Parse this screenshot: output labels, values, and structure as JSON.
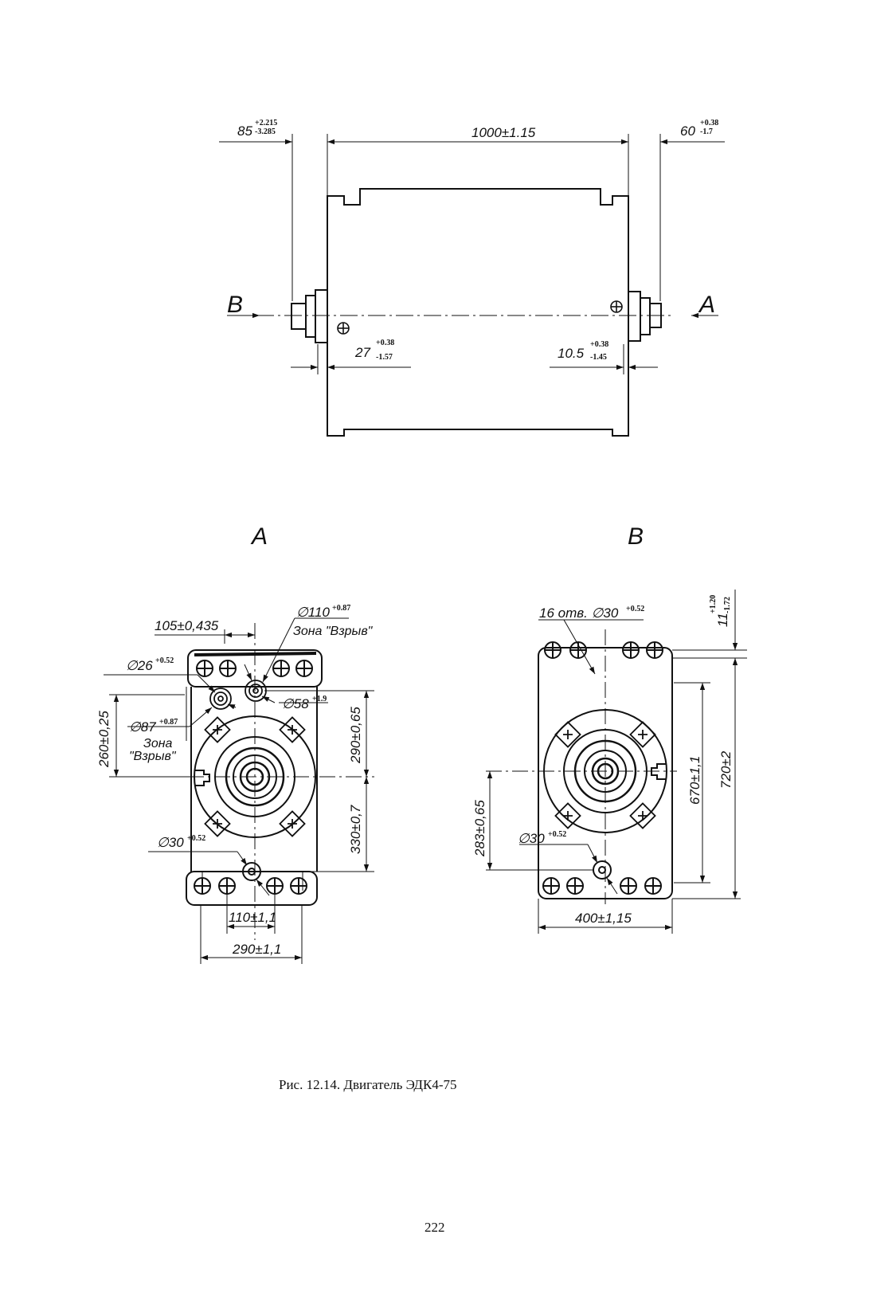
{
  "side_view": {
    "dim_left": {
      "value": "85",
      "tol_plus": "+2.215",
      "tol_minus": "-3.285"
    },
    "dim_length": "1000±1.15",
    "dim_right": {
      "value": "60",
      "tol_plus": "+0.38",
      "tol_minus": "-1.7"
    },
    "view_marker_left": "B",
    "view_marker_right": "A",
    "dim_offset_left": {
      "value": "27",
      "tol_plus": "+0.38",
      "tol_minus": "-1.57"
    },
    "dim_offset_right": {
      "value": "10.5",
      "tol_plus": "+0.38",
      "tol_minus": "-1.45"
    }
  },
  "view_a": {
    "title": "A",
    "dim_top_offset": "105±0,435",
    "dia_110": {
      "value": "∅110",
      "tol": "+0.87"
    },
    "zone_1": "Зона \"Взрыв\"",
    "dia_26": {
      "value": "∅26",
      "tol": "+0.52"
    },
    "dia_58": {
      "value": "∅58",
      "tol": "+1.9"
    },
    "dia_87": {
      "value": "∅87",
      "tol": "+0.87"
    },
    "zone_2_line1": "Зона",
    "zone_2_line2": "\"Взрыв\"",
    "dim_260": "260±0,25",
    "dim_290_v": "290±0,65",
    "dim_330": "330±0,7",
    "dia_30": {
      "value": "∅30",
      "tol": "+0.52"
    },
    "dim_110": "110±1,1",
    "dim_290_h": "290±1,1"
  },
  "view_b": {
    "title": "B",
    "holes": {
      "value": "16 отв. ∅30",
      "tol": "+0.52"
    },
    "dim_11": {
      "value": "11",
      "tol_plus": "+1.20",
      "tol_minus": "-1.72"
    },
    "dim_670": "670±1,1",
    "dim_720": "720±2",
    "dim_283": "283±0,65",
    "dia_30": {
      "value": "∅30",
      "tol": "+0.52"
    },
    "dim_400": "400±1,15"
  },
  "caption": "Рис. 12.14. Двигатель ЭДК4-75",
  "page_number": "222"
}
